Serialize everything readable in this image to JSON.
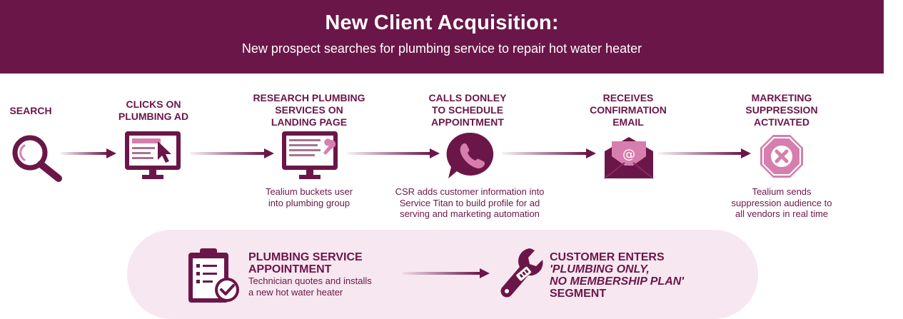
{
  "banner": {
    "title": "New Client Acquisition:",
    "subtitle": "New prospect searches for plumbing service to repair hot water heater"
  },
  "steps": [
    {
      "label_lines": [
        "SEARCH"
      ],
      "icon": "magnifier-icon"
    },
    {
      "label_lines": [
        "CLICKS ON",
        "PLUMBING AD"
      ],
      "icon": "monitor-cursor-icon"
    },
    {
      "label_lines": [
        "RESEARCH PLUMBING",
        "SERVICES ON",
        "LANDING PAGE"
      ],
      "icon": "monitor-wrench-icon",
      "note_lines": [
        "Tealium buckets user",
        "into plumbing group"
      ]
    },
    {
      "label_lines": [
        "CALLS DONLEY",
        "TO SCHEDULE",
        "APPOINTMENT"
      ],
      "icon": "phone-bubble-icon",
      "note_lines": [
        "CSR adds customer information into",
        "Service Titan to build profile for ad",
        "serving and marketing automation"
      ]
    },
    {
      "label_lines": [
        "RECEIVES",
        "CONFIRMATION",
        "EMAIL"
      ],
      "icon": "envelope-at-icon"
    },
    {
      "label_lines": [
        "MARKETING",
        "SUPPRESSION",
        "ACTIVATED"
      ],
      "icon": "stop-x-icon",
      "note_lines": [
        "Tealium sends",
        "suppression audience to",
        "all vendors in real time"
      ]
    }
  ],
  "bottom": {
    "left": {
      "title_lines": [
        "PLUMBING SERVICE",
        "APPOINTMENT"
      ],
      "desc_lines": [
        "Technician quotes and installs",
        "a new hot water heater"
      ],
      "icon": "clipboard-check-icon"
    },
    "right": {
      "title_lines": [
        "CUSTOMER ENTERS",
        "'PLUMBING ONLY,",
        "NO MEMBERSHIP PLAN'",
        "SEGMENT"
      ],
      "icon": "wrench-icon"
    }
  },
  "colors": {
    "primary": "#6b1648",
    "accent": "#d67fae",
    "panel": "#f7e7f0"
  }
}
